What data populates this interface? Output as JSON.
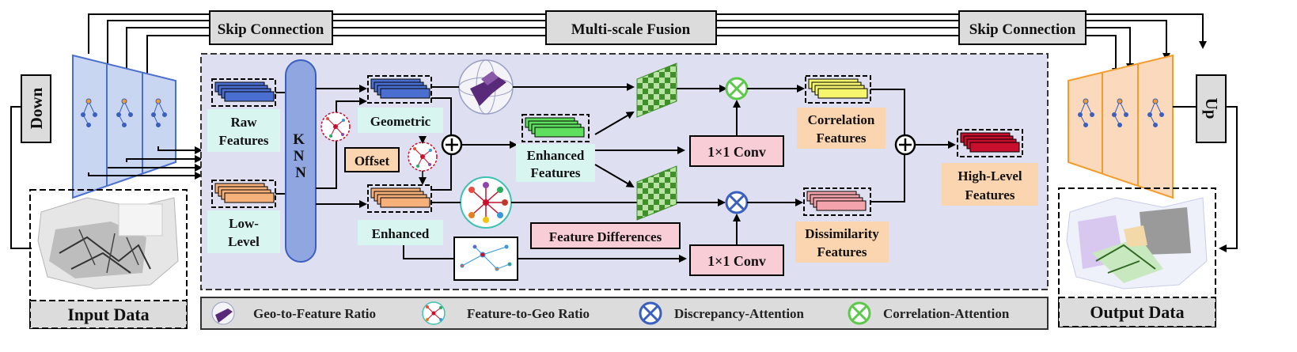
{
  "labels": {
    "skip_left": "Skip Connection",
    "fusion": "Multi-scale Fusion",
    "skip_right": "Skip Connection",
    "down": "Down",
    "up": "Up",
    "input": "Input Data",
    "output": "Output Data",
    "raw1": "Raw",
    "raw2": "Features",
    "low1": "Low-",
    "low2": "Level",
    "knn": "KNN",
    "geometric": "Geometric",
    "offset": "Offset",
    "enhanced_small": "Enhanced",
    "enh1": "Enhanced",
    "enh2": "Features",
    "conv_top": "1×1 Conv",
    "conv_bottom": "1×1 Conv",
    "feature_diff": "Feature Differences",
    "corr1": "Correlation",
    "corr2": "Features",
    "dis1": "Dissimilarity",
    "dis2": "Features",
    "high1": "High-Level",
    "high2": "Features"
  },
  "legend": {
    "geo_to_feature": "Geo-to-Feature Ratio",
    "feature_to_geo": "Feature-to-Geo Ratio",
    "discrepancy": "Discrepancy-Attention",
    "correlation": "Correlation-Attention"
  },
  "colors": {
    "panel_bg": "#dfdff2",
    "box_gray": "#dcdcdc",
    "encoder": "#c9d6f2",
    "decoder": "#fad9bd",
    "raw_stack": "#4a6fd0",
    "low_stack": "#f6b07a",
    "enh_stack": "#5ee05e",
    "corr_stack": "#f5f56e",
    "dis_stack": "#f2a3ac",
    "high_stack": "#c8102e",
    "cyan_label": "#d9f5f0",
    "pink_label": "#f9cdd6",
    "orange_label": "#fbd4b0",
    "corr_attn": "#5cc94a",
    "disc_attn": "#3a5fbf"
  }
}
